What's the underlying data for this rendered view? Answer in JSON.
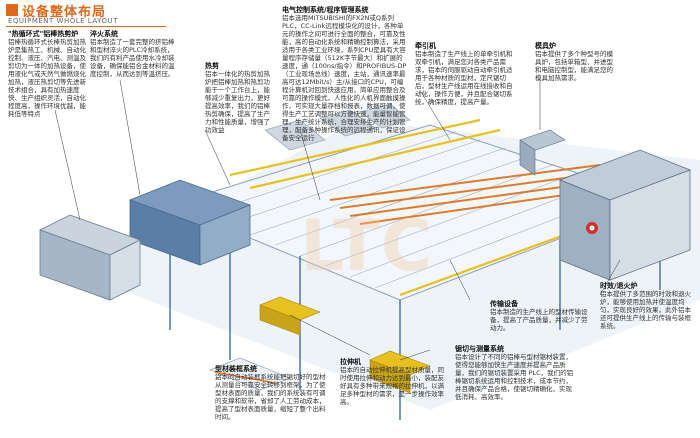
{
  "header": {
    "title": "设备整体布局",
    "subtitle": "EQUIPMENT WHOLE LAYOUT"
  },
  "labels": {
    "hot_loop": {
      "title": "\"热循环式\"铝棒热剪炉",
      "desc": "铝棒热循环式长棒热剪加热炉是集热工、机械、自动化控制、液压、汽电、测温及剪切为一体的加热设备，使用液化气或天然气做燃烧化加热，液压热剪切等先进新技术组合，具有加热速度快、生产组织灵活，自动化程度高，操作环境优越，能耗低等特点"
    },
    "quench": {
      "title": "淬火系统",
      "desc": "铝本制造了一套完整的挤铝棒和型材淬火的PLC冷却系统，我们的有利产品使用水冷却装设备，确保能铝合金材料的温度控制，从而达到等温挤压。"
    },
    "heat_furnace": {
      "title": "热剪",
      "desc": "铝本一体化的热剪加热炉把铝棒加热和热剪功能于一个工作台上，能够减少重复出力，更好提高效率，我们的铝棒热剪确保，提高了生产力和性能质量，增强了功效益"
    },
    "control": {
      "title": "电气控制系统/程序管理系统",
      "desc": "铝本选用MITSUBISHI的FX2N或Q系列PLC，CC-Link远程模块化的设计，各种单元的操作之间可进行全面的整合，可靠及性能，高的自动化系统和精确控制算法，采用适用于各类工业环境，系列CPU是具有大容量程序存储量（512K字节最大）和扩展的速度，通（100ns/指令）和PROFIBUS-DP（工业现场总线）速度，主站，通讯速率最高可达12Mbit/s）主/从接口的CPU，可编程计算机对回到快速应用，简单应用整合及可靠的操作模式，人性化的人机界面触摸操作，可实现大量存档和报表，数据可调，使得生产工艺调整可以方便快速，能量智能管理，生产统计系统，合理安排生产的计划管理，配备多种操作系统的远程通讯，保证设备安全运行"
    },
    "puller": {
      "title": "牵引机",
      "desc": "铝本制造了生产线上的单牵引机和双牵引机，满足您对各类产品需求，铝本的伺服驱动自动牵引机适用于各种材质的型材，定尺锯切后，型材生产线运用在线接收和自动化，操作方便，并且配合锯切系统，确保精度，提高产量。"
    },
    "die_furnace": {
      "title": "模具炉",
      "desc": "铝本提供了多个种型号的模具炉，包括单箱型、并进型和电脑控制型，能满足您的模具加热需求。"
    },
    "aging": {
      "title": "时效/退火炉",
      "desc": "铝本提供了多范围的时效和退火炉，能够使用加热并使温度均匀，实现良好的效果，此外铝本还可提供生产线上的传输与装框系统。"
    },
    "conveyor": {
      "title": "传输设备",
      "desc": "铝本制造的生产线上的型材传输设备，提高了产品质量，并减少了劳动力。"
    },
    "saw": {
      "title": "锯切与测量系统",
      "desc": "铝本设计了不同的铝棒与型材锯材装置，使得您能够加快生产速度并提高产品质量，我们的锯切装置采用 PLC，我们的铝棒锯切系统运用和控制技术，成本节约，并且确保产品合格，使锯切精确化，实现低消耗、高效率。"
    },
    "stretcher": {
      "title": "拉伸机",
      "desc": "铝本的自动拉伸机提高型材质量，同时使用拉伸和动力达到最小，装配友好具有多种带来规格的拉伸机，以满足多种型材的需求，是一步操作效率高。"
    },
    "stacker": {
      "title": "型材装框系统",
      "desc": "铝本的自动装框系统能把锯切好的型材从测量台可靠安全转移到框架，为了使型材表面的质量，我们的系统装有可调的支撑和软带，省却了人工劳动成本，提高了型材表面质量，缩短了整个出料时间。"
    }
  }
}
